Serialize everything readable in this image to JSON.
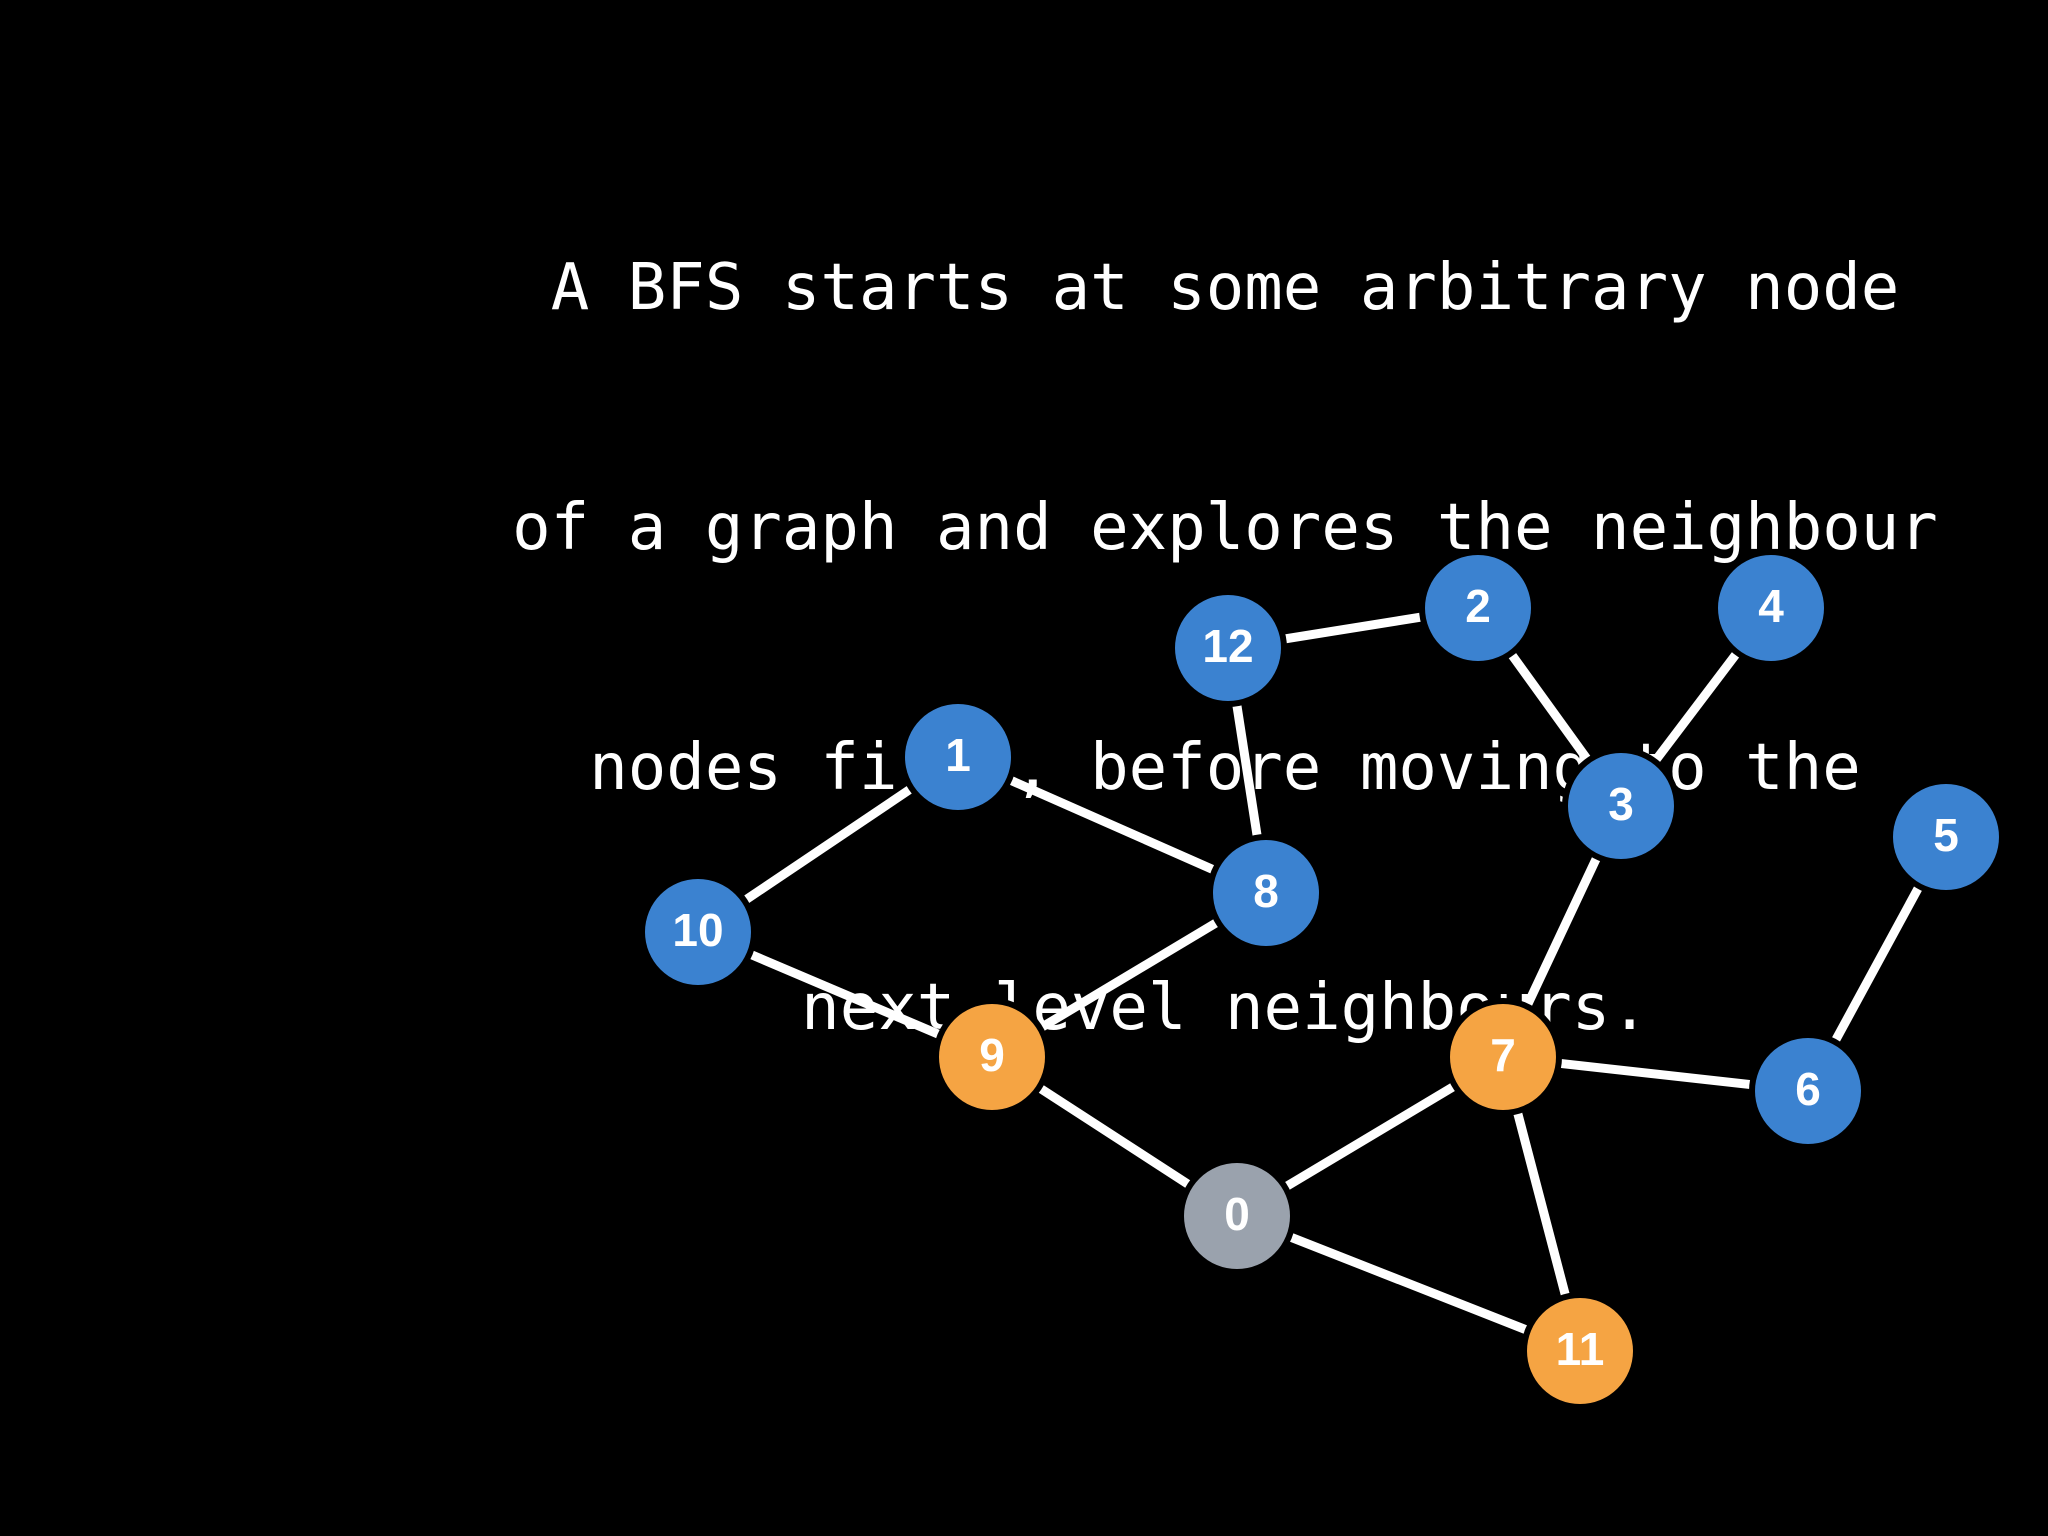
{
  "caption": {
    "lines": [
      "A BFS starts at some arbitrary node",
      "of a graph and explores the neighbour",
      "nodes first, before moving to the",
      "next level neighbours."
    ]
  },
  "colors": {
    "background": "#000000",
    "edge": "#ffffff",
    "unvisited": "#3b82d0",
    "frontier": "#f5a443",
    "start": "#9aa2ad",
    "text": "#ffffff"
  },
  "graph": {
    "nodes": [
      {
        "id": "0",
        "state": "start"
      },
      {
        "id": "1",
        "state": "unvisited"
      },
      {
        "id": "2",
        "state": "unvisited"
      },
      {
        "id": "3",
        "state": "unvisited"
      },
      {
        "id": "4",
        "state": "unvisited"
      },
      {
        "id": "5",
        "state": "unvisited"
      },
      {
        "id": "6",
        "state": "unvisited"
      },
      {
        "id": "7",
        "state": "frontier"
      },
      {
        "id": "8",
        "state": "unvisited"
      },
      {
        "id": "9",
        "state": "frontier"
      },
      {
        "id": "10",
        "state": "unvisited"
      },
      {
        "id": "11",
        "state": "frontier"
      },
      {
        "id": "12",
        "state": "unvisited"
      }
    ],
    "edges": [
      [
        "10",
        "1"
      ],
      [
        "1",
        "8"
      ],
      [
        "10",
        "9"
      ],
      [
        "9",
        "8"
      ],
      [
        "8",
        "12"
      ],
      [
        "12",
        "2"
      ],
      [
        "2",
        "3"
      ],
      [
        "3",
        "4"
      ],
      [
        "3",
        "7"
      ],
      [
        "9",
        "0"
      ],
      [
        "0",
        "7"
      ],
      [
        "0",
        "11"
      ],
      [
        "7",
        "11"
      ],
      [
        "7",
        "6"
      ],
      [
        "6",
        "5"
      ]
    ]
  }
}
